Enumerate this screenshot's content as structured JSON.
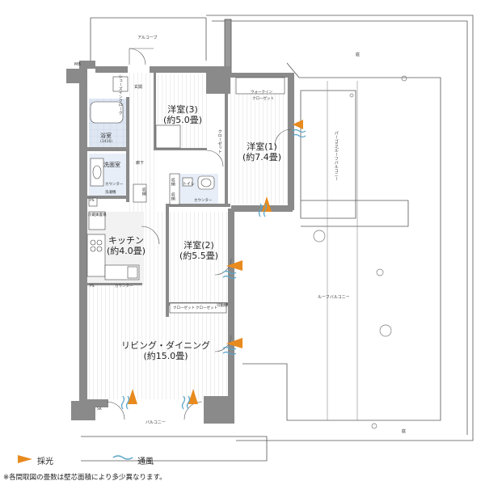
{
  "outside": {
    "alcove": "アルコーブ",
    "mb": "MB",
    "yard_top": "庭",
    "yard_bottom": "庭",
    "roof_balcony": "ルーフバルコニー",
    "pergola": "パーゴラ/ルーフバルコニー",
    "balcony": "バルコニー",
    "sk": "SK"
  },
  "rooms": {
    "room3": {
      "name": "洋室(3)",
      "size": "(約5.0畳)"
    },
    "room1": {
      "name": "洋室(1)",
      "size": "(約7.4畳)"
    },
    "room2": {
      "name": "洋室(2)",
      "size": "(約5.5畳)"
    },
    "kitchen": {
      "name": "キッチン",
      "size": "(約4.0畳)"
    },
    "living": {
      "name": "リビング・ダイニング",
      "size": "(約15.0畳)"
    }
  },
  "fixtures": {
    "genkan": "玄関",
    "shoes": "シューズインクローク",
    "bath": "浴室",
    "bath_size": "(1416)",
    "washroom": "洗面室",
    "counter1": "カウンター",
    "washer": "洗濯機",
    "ps1": "PS",
    "hall": "廊下",
    "storage1": "収納",
    "storage2": "収納",
    "storage3": "収納",
    "toilet": "トイレ",
    "counter2": "カウンター",
    "closet3": "クローゼット",
    "walkin": "ウォークイン",
    "walkin2": "クローゼット",
    "fridge": "冷蔵庫置場",
    "ps2": "PS",
    "counter3": "カウンター",
    "closet2a": "クローゼット",
    "closet2b": "クローゼット",
    "bookshelf": "可動棚"
  },
  "legend": {
    "light": "採光",
    "wind": "通風"
  },
  "note": "※各間取図の畳数は壁芯面積により多少異なります。",
  "colors": {
    "wall": "#7a7a7a",
    "floor_wood": "#d9d9d9",
    "wet_area": "#c9d7ec",
    "light_arrow": "#e88a1e",
    "wind_arrow": "#5aa6c8",
    "line": "#444444"
  }
}
